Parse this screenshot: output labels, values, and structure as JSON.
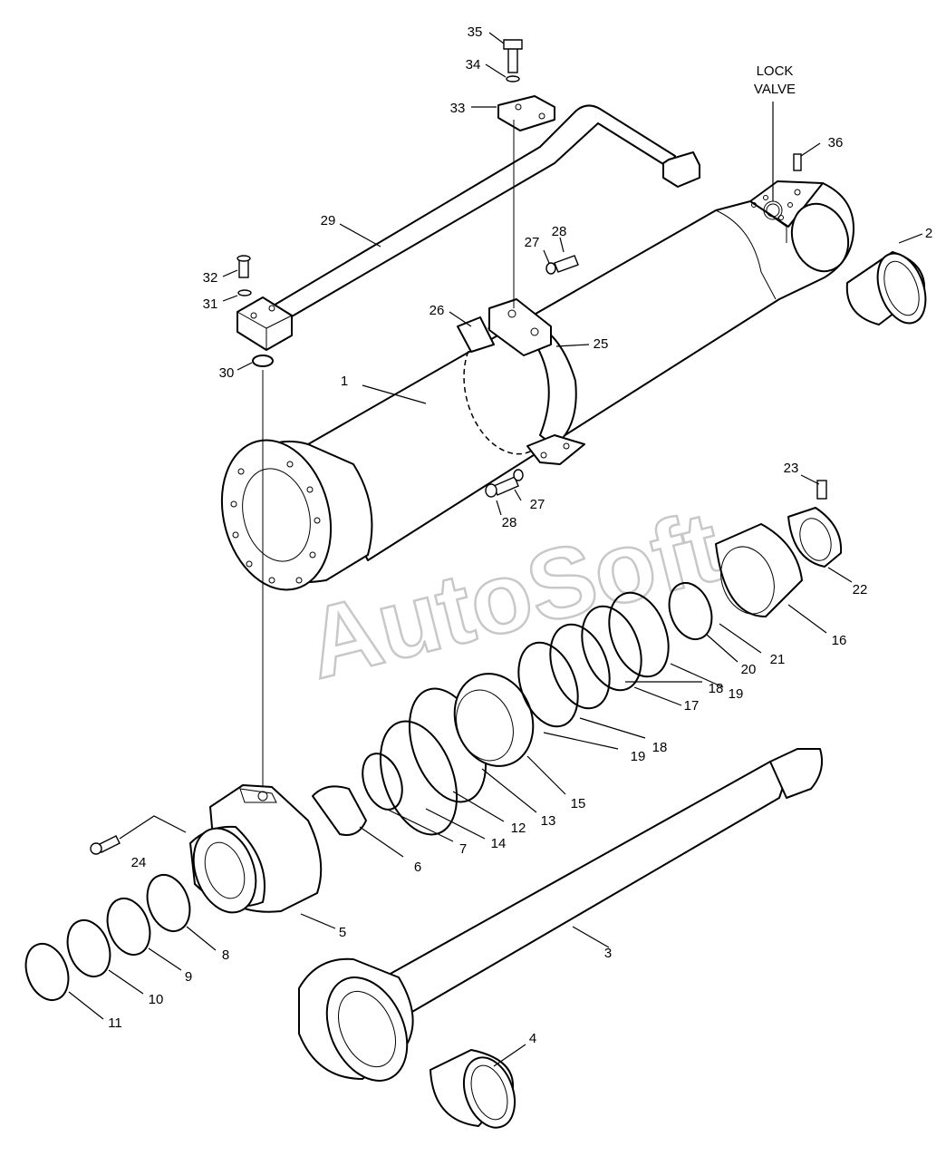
{
  "title": "",
  "watermark": "AutoSoft",
  "note": {
    "line1": "LOCK",
    "line2": "VALVE"
  },
  "labels": [
    "1",
    "2",
    "3",
    "4",
    "5",
    "6",
    "7",
    "8",
    "9",
    "10",
    "11",
    "12",
    "13",
    "14",
    "15",
    "16",
    "17",
    "18",
    "18",
    "19",
    "19",
    "20",
    "21",
    "22",
    "23",
    "24",
    "25",
    "26",
    "27",
    "27",
    "28",
    "28",
    "29",
    "30",
    "31",
    "32",
    "33",
    "34",
    "35",
    "36"
  ]
}
